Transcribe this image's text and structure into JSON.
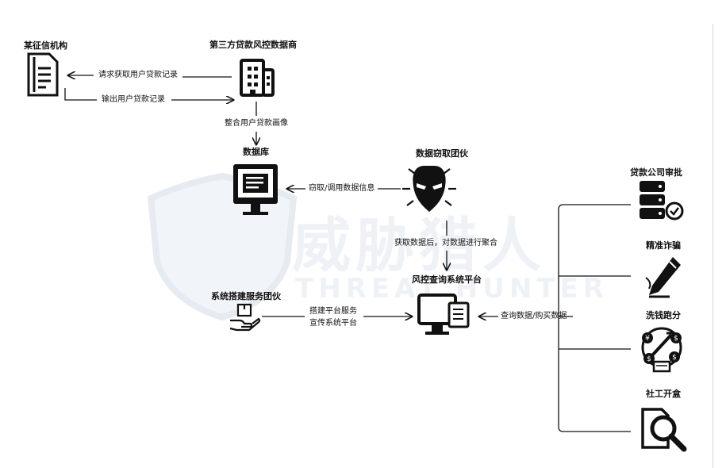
{
  "watermark": {
    "cn": "威胁猎人",
    "en": "THREAT HUNTER"
  },
  "nodes": {
    "credit_agency": "某征信机构",
    "third_party": "第三方贷款风控数据商",
    "database": "数据库",
    "thief_gang": "数据窃取团伙",
    "platform": "风控查询系统平台",
    "build_gang": "系统搭建服务团伙",
    "loan_company": "贷款公司审批",
    "fraud": "精准诈骗",
    "laundering": "洗钱跑分",
    "doxxing": "社工开盒"
  },
  "edges": {
    "request": "请求获取用户贷款记录",
    "output": "输出用户贷款记录",
    "integrate": "整合用户贷款画像",
    "steal": "窃取/调用数据信息",
    "aggregate": "获取数据后，对数据进行聚合",
    "build_line1": "搭建平台服务",
    "build_line2": "宣传系统平台",
    "query": "查询数据/购买数据"
  },
  "icons": [
    "document-icon",
    "building-icon",
    "monitor-icon",
    "hacker-icon",
    "computer-icon",
    "hand-box-icon",
    "server-approve-icon",
    "pen-icon",
    "money-cycle-icon",
    "magnifier-icon"
  ]
}
